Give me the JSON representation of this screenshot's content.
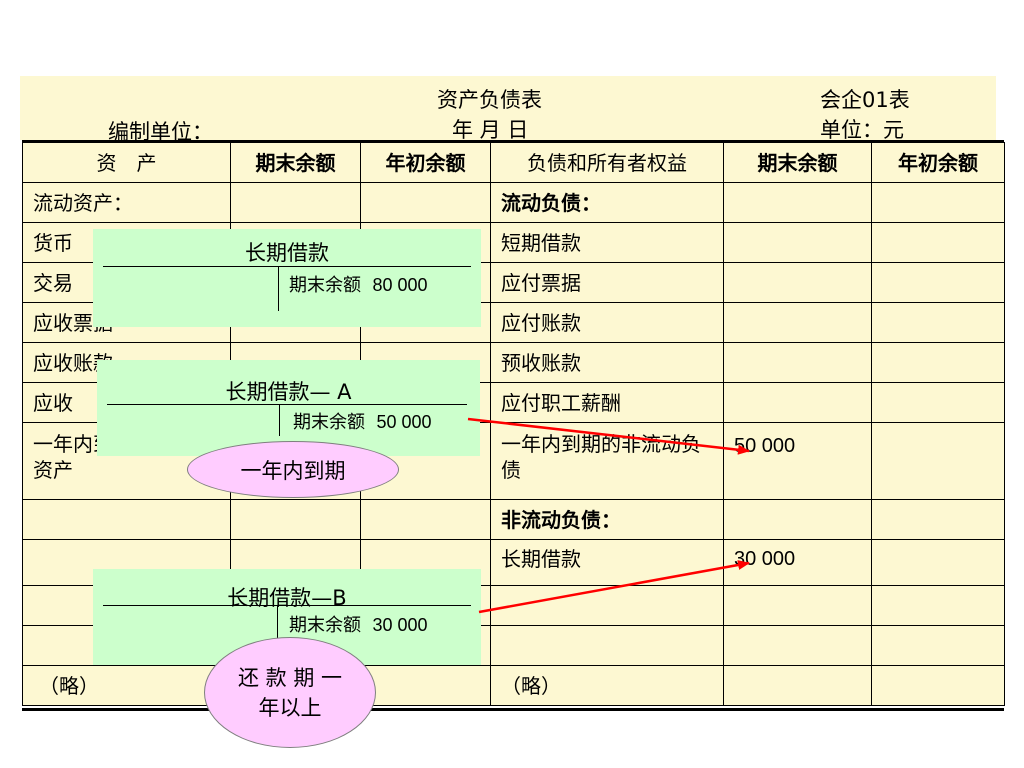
{
  "header": {
    "title": "资产负债表",
    "form_no": "会企01表",
    "prepared_by": "编制单位：",
    "date": "年  月  日",
    "unit": "单位：元"
  },
  "columns": [
    "资　产",
    "期末余额",
    "年初余额",
    "负债和所有者权益",
    "期末余额",
    "年初余额"
  ],
  "rows": [
    {
      "asset": "流动资产：",
      "liab": "流动负债：",
      "liab_end": ""
    },
    {
      "asset": "货币",
      "liab": "短期借款",
      "liab_end": ""
    },
    {
      "asset": "交易",
      "liab": "应付票据",
      "liab_end": ""
    },
    {
      "asset": "应收票据",
      "liab": "应付账款",
      "liab_end": ""
    },
    {
      "asset": "应收账款",
      "liab": "预收账款",
      "liab_end": ""
    },
    {
      "asset": "应收",
      "liab": "应付职工薪酬",
      "liab_end": ""
    },
    {
      "asset": "一年内到期的非流动资产",
      "liab": "一年内到期的非流动负债",
      "liab_end": "50 000"
    },
    {
      "asset": "",
      "liab": "非流动负债：",
      "liab_end": ""
    },
    {
      "asset": "",
      "liab": "长期借款",
      "liab_end": "30 000"
    },
    {
      "asset": "",
      "liab": "",
      "liab_end": ""
    },
    {
      "asset": "",
      "liab": "",
      "liab_end": ""
    },
    {
      "asset": "（略）",
      "liab": "（略）",
      "liab_end": ""
    }
  ],
  "t_accounts": [
    {
      "title": "长期借款",
      "label": "期末余额",
      "amount": "80 000"
    },
    {
      "title": "长期借款— A",
      "label": "期末余额",
      "amount": "50 000"
    },
    {
      "title": "长期借款—B",
      "label": "期末余额",
      "amount": "30 000"
    }
  ],
  "callouts": {
    "within_year": "一年内到期",
    "over_year": "还 款 期 一年以上"
  },
  "colors": {
    "table_bg": "#fdf8d2",
    "t_account_bg": "#ccffcc",
    "callout_bg": "#ffccff",
    "arrow": "#ff0000"
  }
}
